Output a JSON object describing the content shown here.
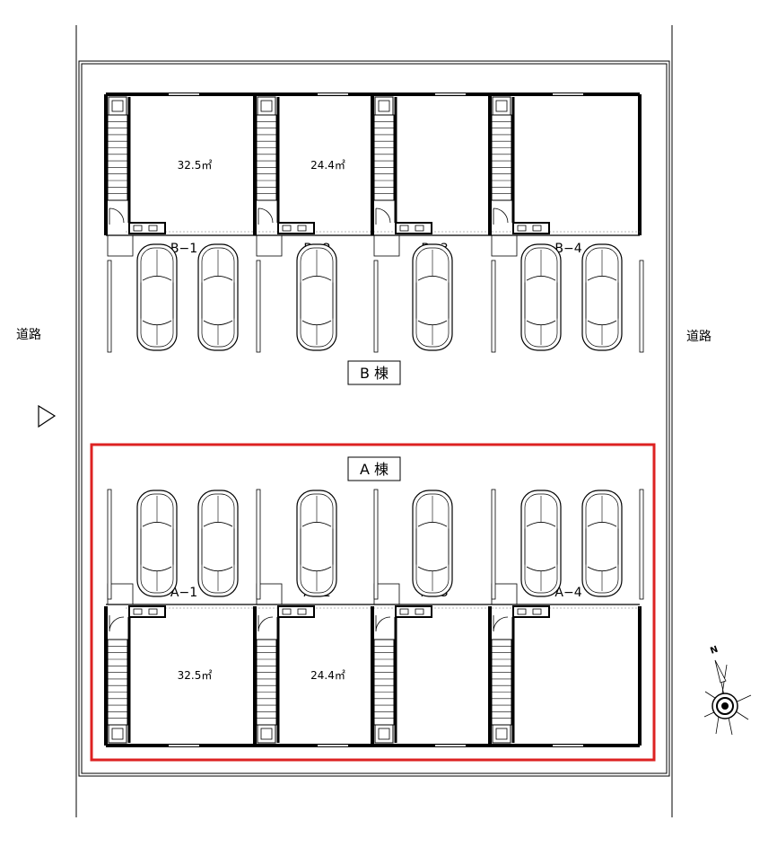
{
  "roads": {
    "left": "道路",
    "right": "道路"
  },
  "buildings": {
    "B": {
      "label": "B 棟",
      "units": [
        {
          "id": "B−1",
          "area": "32.5㎡"
        },
        {
          "id": "B−2",
          "area": "24.4㎡"
        },
        {
          "id": "B−3",
          "area": ""
        },
        {
          "id": "B−4",
          "area": ""
        }
      ]
    },
    "A": {
      "label": "A 棟",
      "units": [
        {
          "id": "A−1",
          "area": "32.5㎡"
        },
        {
          "id": "A−2",
          "area": "24.4㎡"
        },
        {
          "id": "A−3",
          "area": ""
        },
        {
          "id": "A−4",
          "area": ""
        }
      ]
    }
  },
  "compass": {
    "north": "N"
  },
  "colors": {
    "highlight": "#dd2222",
    "line": "#000000"
  }
}
